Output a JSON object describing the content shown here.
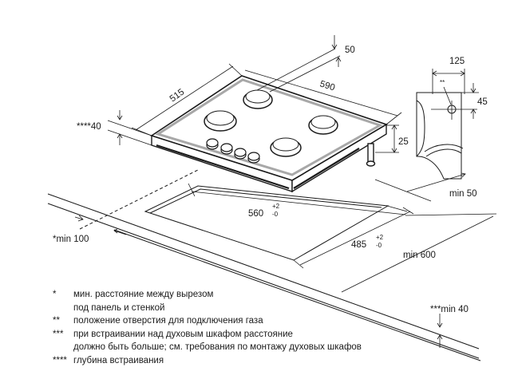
{
  "dimensions": {
    "width_590": "590",
    "depth_515": "515",
    "top_50": "50",
    "depth_40": "****40",
    "height_25": "25",
    "cutout_width": "560",
    "cutout_depth": "485",
    "tol_plus": "+2",
    "tol_minus": "-0",
    "min_50": "min 50",
    "min_100": "*min 100",
    "min_600": "min 600",
    "min_40": "***min 40",
    "gas_125": "125",
    "gas_45": "45",
    "gas_marker": "**"
  },
  "legend": [
    {
      "mark": "*",
      "lines": [
        "мин. расстояние между вырезом",
        "под панель и стенкой"
      ]
    },
    {
      "mark": "**",
      "lines": [
        "положение отверстия для подключения газа"
      ]
    },
    {
      "mark": "***",
      "lines": [
        "при встраивании над духовым шкафом расстояние",
        "должно быть больше; см. требования по монтажу духовых шкафов"
      ]
    },
    {
      "mark": "****",
      "lines": [
        "глубина встраивания"
      ]
    }
  ]
}
